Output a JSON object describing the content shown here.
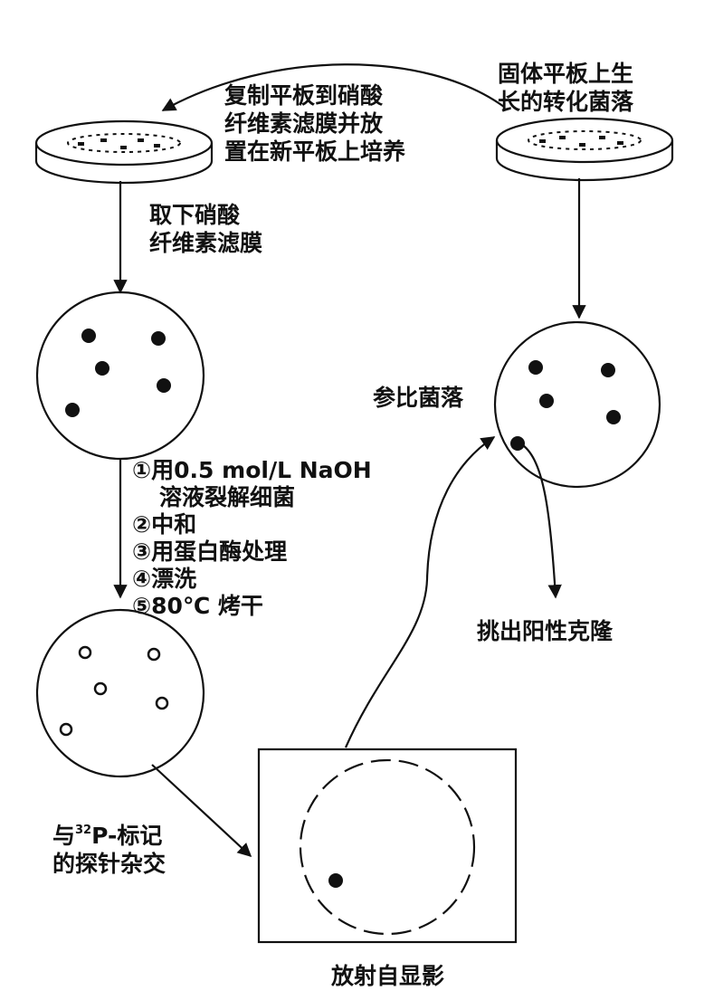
{
  "labels": {
    "copy_to_filter": [
      "复制平板到硝酸",
      "纤维素滤膜并放",
      "置在新平板上培养"
    ],
    "solid_plate_colonies": [
      "固体平板上生",
      "长的转化菌落"
    ],
    "remove_filter": [
      "取下硝酸",
      "纤维素滤膜"
    ],
    "reference_colonies": "参比菌落",
    "steps": [
      "①用0.5 mol/L NaOH",
      "  溶液裂解细菌",
      "②中和",
      "③用蛋白酶处理",
      "④漂洗",
      "⑤80℃ 烤干"
    ],
    "pick_positive": "挑出阳性克隆",
    "hybridize": {
      "line1_prefix": "与",
      "line1_sup": "32",
      "line1_suffix": "P-标记",
      "line2": "的探针杂交"
    },
    "autoradiography": "放射自显影"
  },
  "colors": {
    "ink": "#111111",
    "background": "#ffffff"
  }
}
